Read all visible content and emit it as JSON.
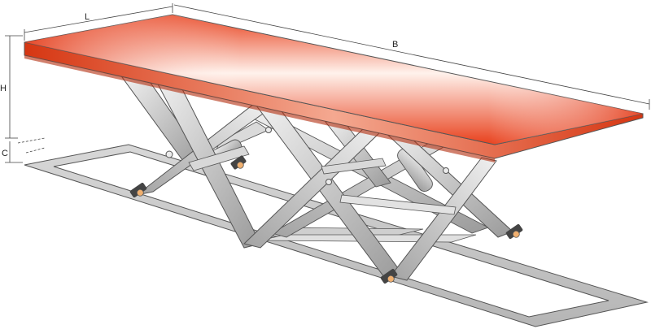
{
  "dimensions": {
    "length": "L",
    "width": "B",
    "height": "H",
    "closed_height": "C"
  },
  "colors": {
    "platform_edge": "#e8401c",
    "platform_center": "#fde8e0",
    "steel_light": "#e4e4e4",
    "steel_dark": "#8f8f8f",
    "outline": "#555555"
  }
}
